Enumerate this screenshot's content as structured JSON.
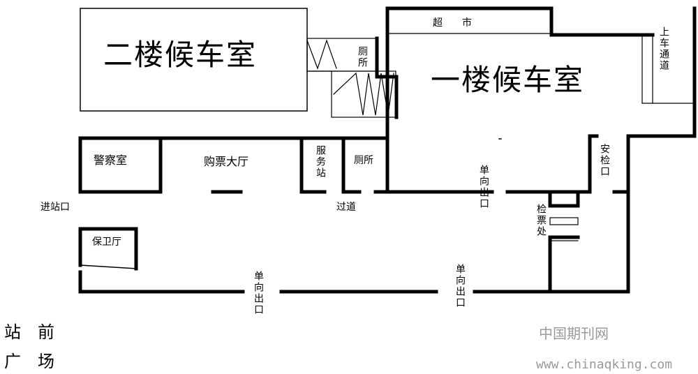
{
  "rooms": {
    "waiting_2f": "二楼候车室",
    "waiting_1f": "一楼候车室",
    "supermarket": "超　　市",
    "toilet_top": "厕所",
    "boarding_passage": "上车通道",
    "police": "警察室",
    "ticket_hall": "购票大厅",
    "service_station": "服务站",
    "toilet_mid": "厕所",
    "security_check": "安检口",
    "entrance": "进站口",
    "corridor": "过道",
    "guard_room": "保卫厅",
    "one_way_exit_a": "单向出口",
    "one_way_exit_b": "单向出口",
    "one_way_exit_c": "单向出口",
    "ticket_check": "检票处",
    "plaza_line1": "站　前",
    "plaza_line2": "广　场"
  },
  "watermark": {
    "cn": "中国期刊网",
    "url": "www.chinaqking.com"
  }
}
